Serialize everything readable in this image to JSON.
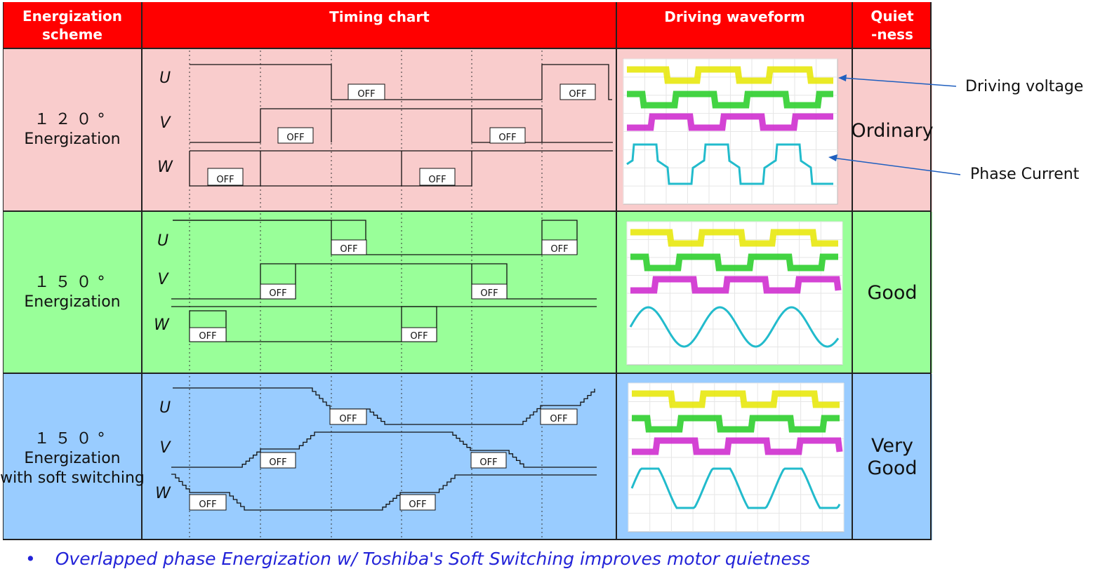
{
  "headers": {
    "scheme": [
      "Energization",
      "scheme"
    ],
    "timing": "Timing chart",
    "waveform": "Driving waveform",
    "quiet": [
      "Quiet",
      "-ness"
    ]
  },
  "rows": [
    {
      "deg": "１２０°",
      "lines": [
        "Energization"
      ],
      "quiet": [
        "Ordinary"
      ],
      "bg": "#f9cccc"
    },
    {
      "deg": "１５０°",
      "lines": [
        "Energization"
      ],
      "quiet": [
        "Good"
      ],
      "bg": "#99ff99"
    },
    {
      "deg": "１５０°",
      "lines": [
        "Energization",
        "with soft switching"
      ],
      "quiet": [
        "Very",
        "Good"
      ],
      "bg": "#99ccff"
    }
  ],
  "phases": [
    "U",
    "V",
    "W"
  ],
  "off_label": "OFF",
  "callouts": {
    "voltage": "Driving voltage",
    "current": "Phase Current"
  },
  "footer": {
    "bullet": "•",
    "text": "Overlapped phase Energization w/ Toshiba's Soft Switching improves motor quietness"
  },
  "colors": {
    "header": "#ff0000",
    "trace_u": "#e6e600",
    "trace_v": "#22cc22",
    "trace_w": "#cc22cc",
    "trace_i": "#22bbcc",
    "arrow": "#1f5fbf",
    "footer": "#2323d8"
  }
}
